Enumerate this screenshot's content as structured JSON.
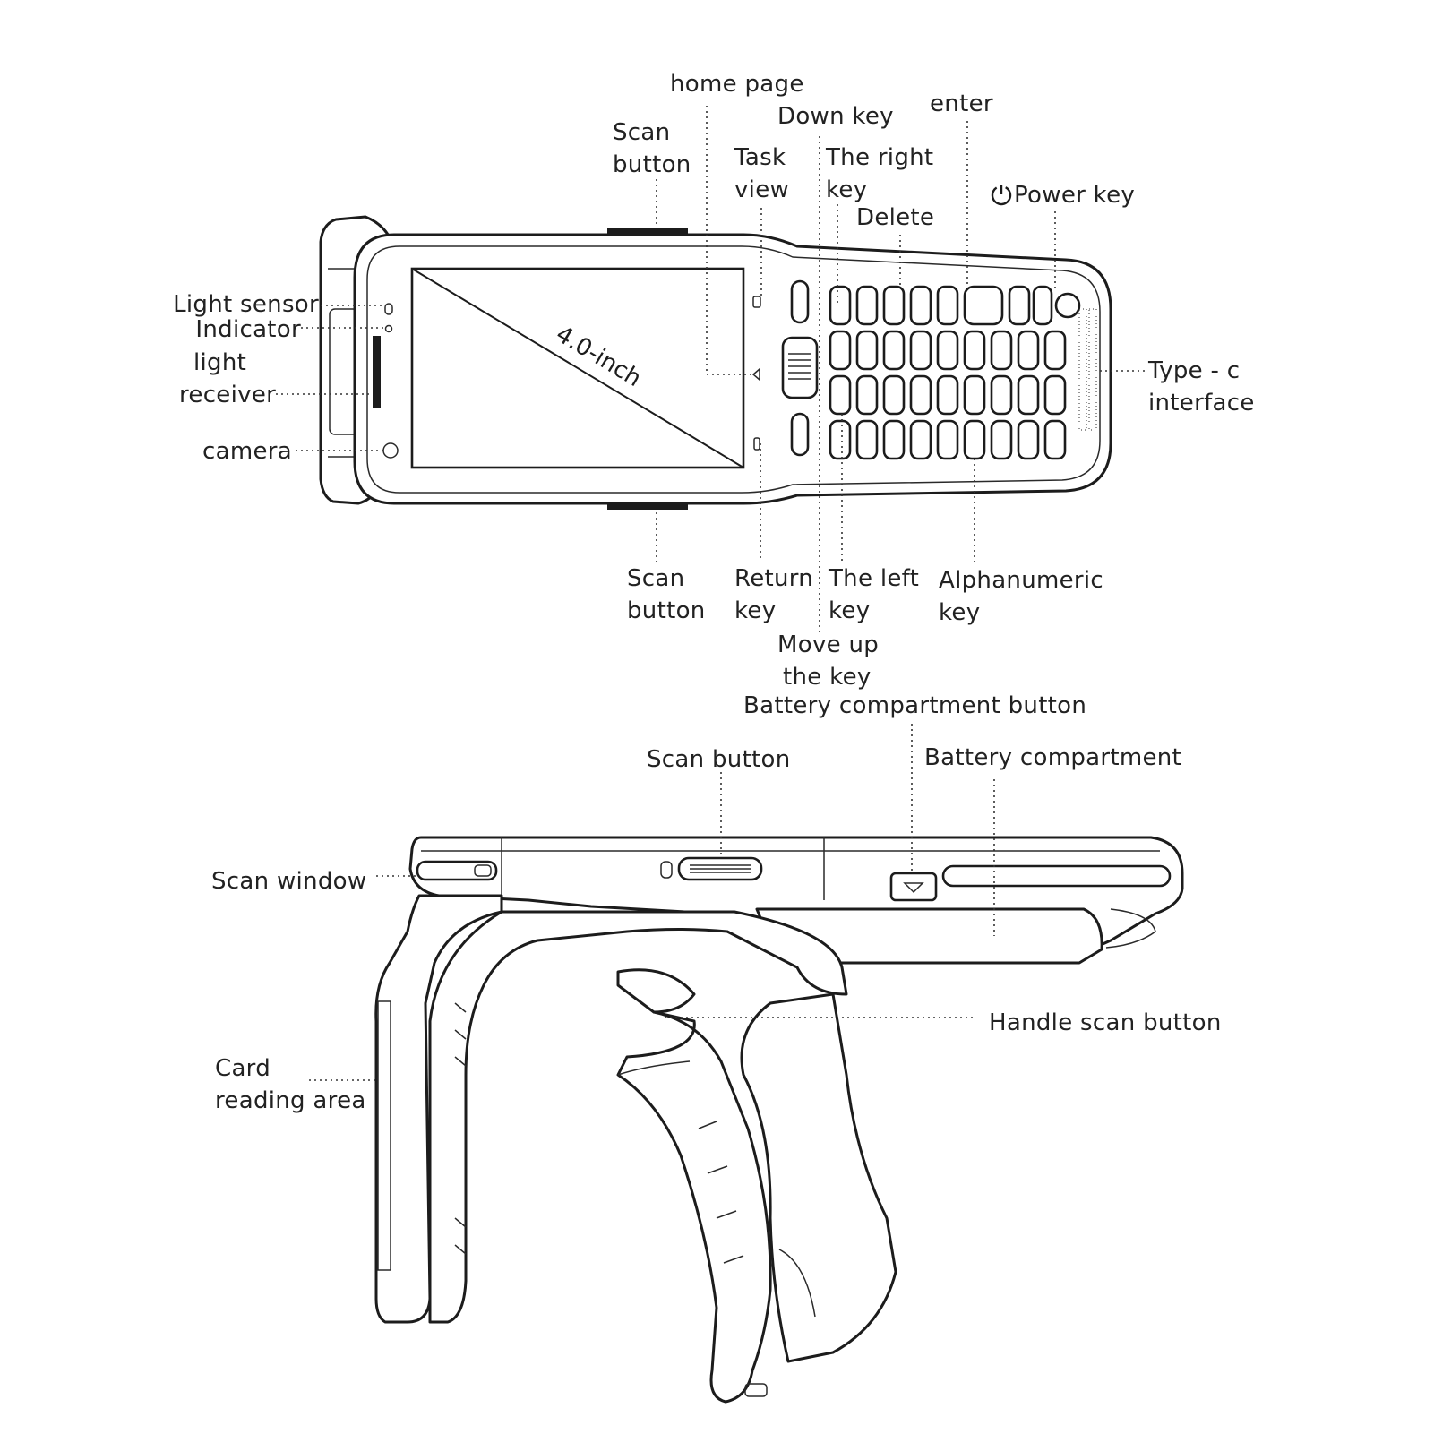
{
  "screen_text": "4.0-inch",
  "front_labels": {
    "home_page": "home page",
    "down_key": "Down key",
    "enter": "enter",
    "scan_button_top": [
      "Scan",
      "button"
    ],
    "task_view": [
      "Task",
      "view"
    ],
    "right_key": [
      "The right",
      "key"
    ],
    "delete": "Delete",
    "power_key": "Power key",
    "light_sensor": "Light sensor",
    "indicator": "Indicator",
    "light_receiver": [
      "light",
      "receiver"
    ],
    "camera": "camera",
    "type_c": [
      "Type - c",
      "interface"
    ],
    "scan_button_bottom": [
      "Scan",
      "button"
    ],
    "return_key": [
      "Return",
      "key"
    ],
    "left_key": [
      "The left",
      "key"
    ],
    "alphanumeric_key": [
      "Alphanumeric",
      "key"
    ],
    "move_up_key": [
      "Move up",
      "the key"
    ]
  },
  "side_labels": {
    "battery_compartment_button": "Battery compartment button",
    "scan_button": "Scan button",
    "battery_compartment": "Battery compartment",
    "scan_window": "Scan window",
    "handle_scan_button": "Handle scan button",
    "card_reading_area": [
      "Card",
      "reading area"
    ]
  },
  "icons": [
    "power-icon"
  ]
}
